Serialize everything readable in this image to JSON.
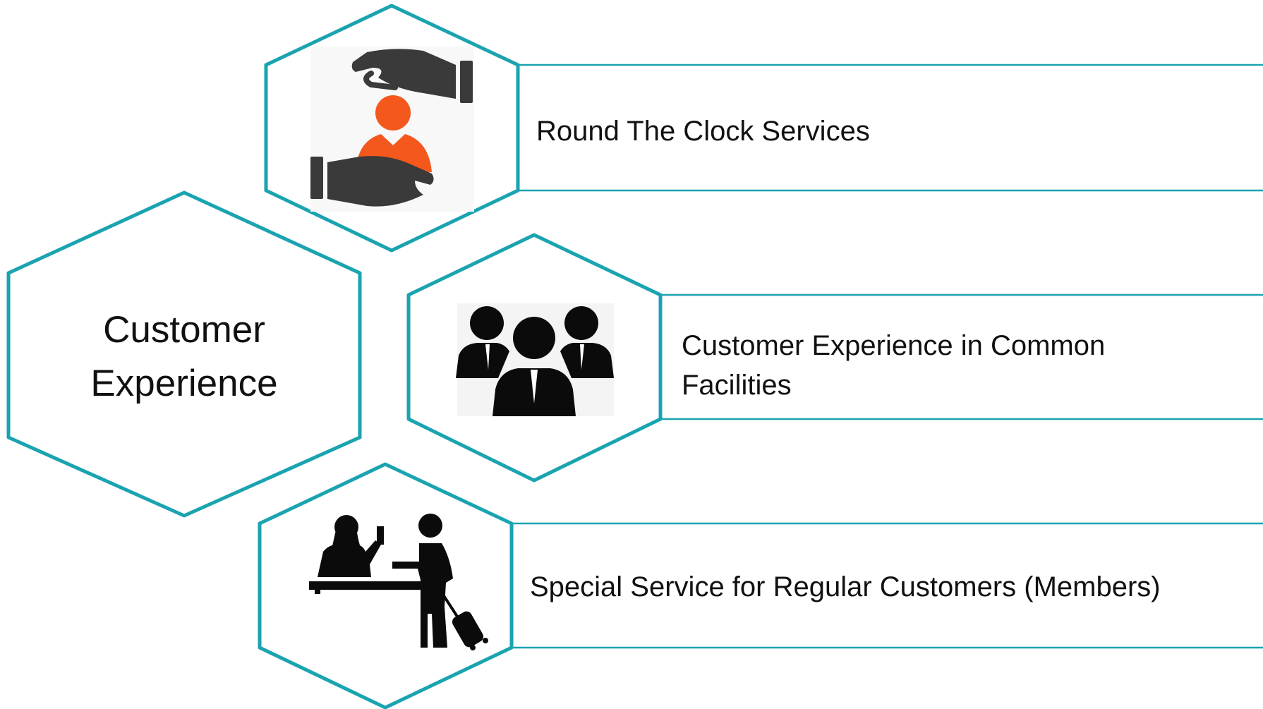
{
  "central": {
    "title_line1": "Customer",
    "title_line2": "Experience"
  },
  "items": [
    {
      "label": "Round The Clock Services",
      "icon": "care-hands-person-icon"
    },
    {
      "label_line1": "Customer Experience in Common",
      "label_line2": "Facilities",
      "icon": "people-group-icon"
    },
    {
      "label": "Special Service for Regular Customers (Members)",
      "icon": "reception-desk-icon"
    }
  ],
  "colors": {
    "teal": "#1aa3b0",
    "orange": "#f4581c",
    "dark": "#3a3a3a",
    "black": "#0b0b0b"
  }
}
